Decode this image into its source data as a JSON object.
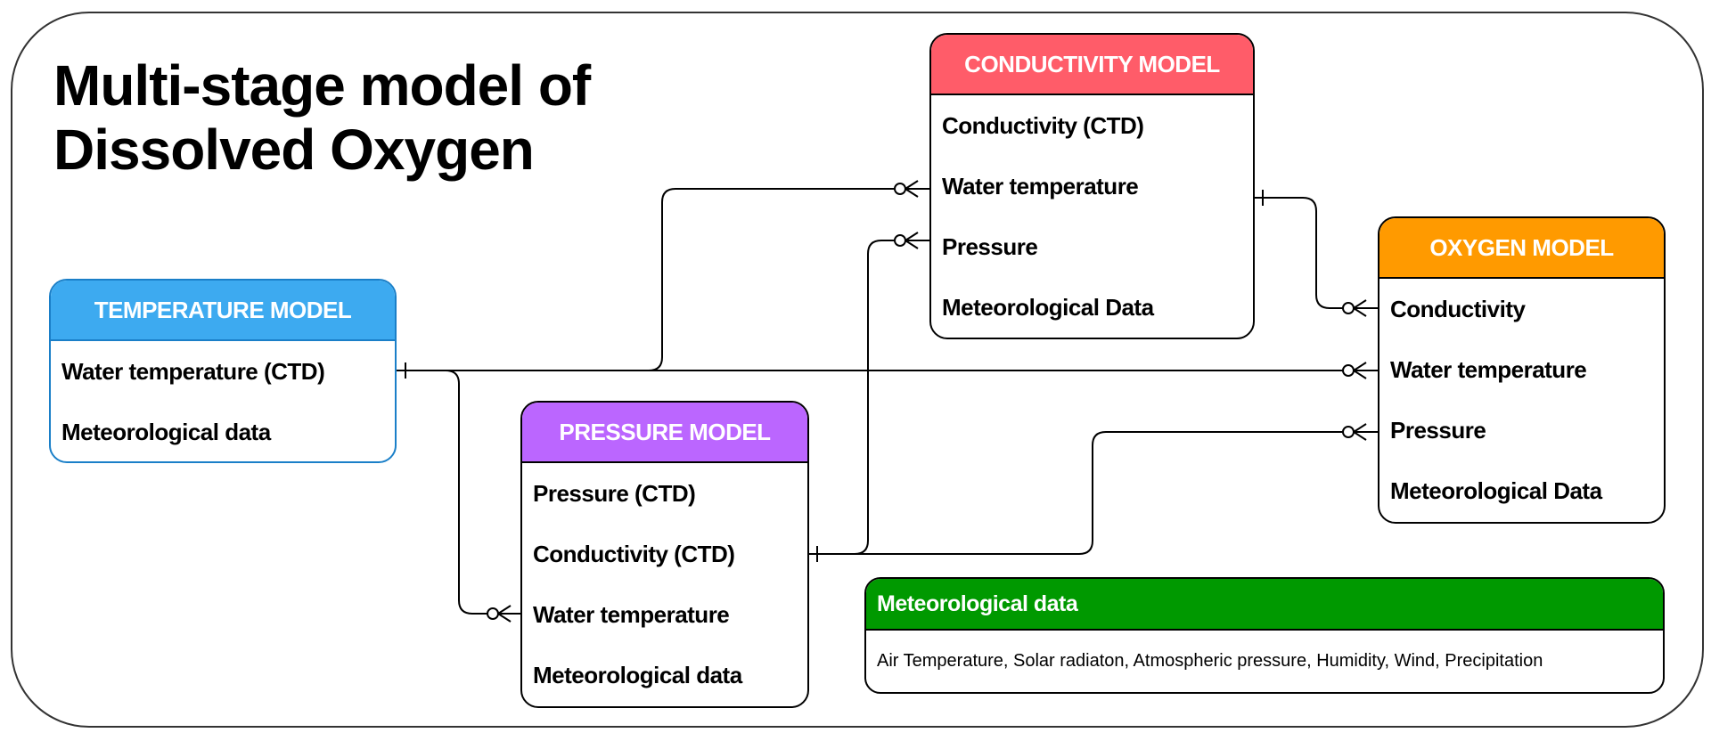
{
  "title": "Multi-stage model of\nDissolved Oxygen",
  "colors": {
    "temperature": "#3daaf0",
    "conductivity": "#ff5c69",
    "oxygen": "#ff9a00",
    "pressure": "#bb66ff",
    "meteorological": "#009900"
  },
  "entities": {
    "temperature": {
      "title": "TEMPERATURE MODEL",
      "fields": [
        "Water temperature (CTD)",
        "Meteorological data"
      ]
    },
    "conductivity": {
      "title": "CONDUCTIVITY MODEL",
      "fields": [
        "Conductivity (CTD)",
        "Water temperature",
        "Pressure",
        "Meteorological Data"
      ]
    },
    "oxygen": {
      "title": "OXYGEN MODEL",
      "fields": [
        "Conductivity",
        "Water temperature",
        "Pressure",
        "Meteorological Data"
      ]
    },
    "pressure": {
      "title": "PRESSURE MODEL",
      "fields": [
        "Pressure (CTD)",
        "Conductivity (CTD)",
        "Water temperature",
        "Meteorological data"
      ]
    }
  },
  "meteorological": {
    "title": "Meteorological data",
    "description": "Air Temperature, Solar radiaton, Atmospheric pressure, Humidity, Wind, Precipitation"
  },
  "relationships": [
    {
      "from": "TEMPERATURE MODEL.Water temperature (CTD)",
      "to": "CONDUCTIVITY MODEL.Water temperature",
      "from_end": "one",
      "to_end": "zero-or-many"
    },
    {
      "from": "TEMPERATURE MODEL.Water temperature (CTD)",
      "to": "OXYGEN MODEL.Water temperature",
      "from_end": "one",
      "to_end": "zero-or-many"
    },
    {
      "from": "TEMPERATURE MODEL.Water temperature (CTD)",
      "to": "PRESSURE MODEL.Water temperature",
      "from_end": "one",
      "to_end": "zero-or-many"
    },
    {
      "from": "CONDUCTIVITY MODEL.Water temperature",
      "to": "OXYGEN MODEL.Conductivity",
      "from_end": "one",
      "to_end": "zero-or-many"
    },
    {
      "from": "PRESSURE MODEL.Conductivity (CTD)",
      "to": "CONDUCTIVITY MODEL.Pressure",
      "from_end": "one",
      "to_end": "zero-or-many"
    },
    {
      "from": "PRESSURE MODEL.Conductivity (CTD)",
      "to": "OXYGEN MODEL.Pressure",
      "from_end": "one",
      "to_end": "zero-or-many"
    }
  ]
}
